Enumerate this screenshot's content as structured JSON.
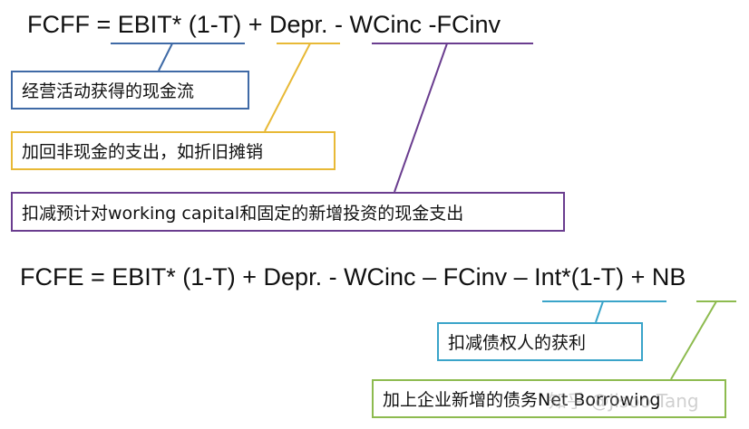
{
  "formulas": {
    "fcff": "FCFF = EBIT* (1-T) + Depr. - WCinc -FCinv",
    "fcfe": "FCFE = EBIT* (1-T) + Depr. - WCinc – FCinv – Int*(1-T) + NB"
  },
  "notes": {
    "operating": "经营活动获得的现金流",
    "depreciation": "加回非现金的支出，如折旧摊销",
    "investment": "扣减预计对working capital和固定的新增投资的现金支出",
    "interest": "扣减债权人的获利",
    "borrowing": "加上企业新增的债务Net Borrowing"
  },
  "watermark": "知乎 @Jisoo Tang",
  "colors": {
    "operating": "#3f6aa6",
    "depreciation": "#e8b936",
    "investment": "#6a3d8f",
    "interest": "#3aa4c9",
    "borrowing": "#8dbb4f"
  }
}
